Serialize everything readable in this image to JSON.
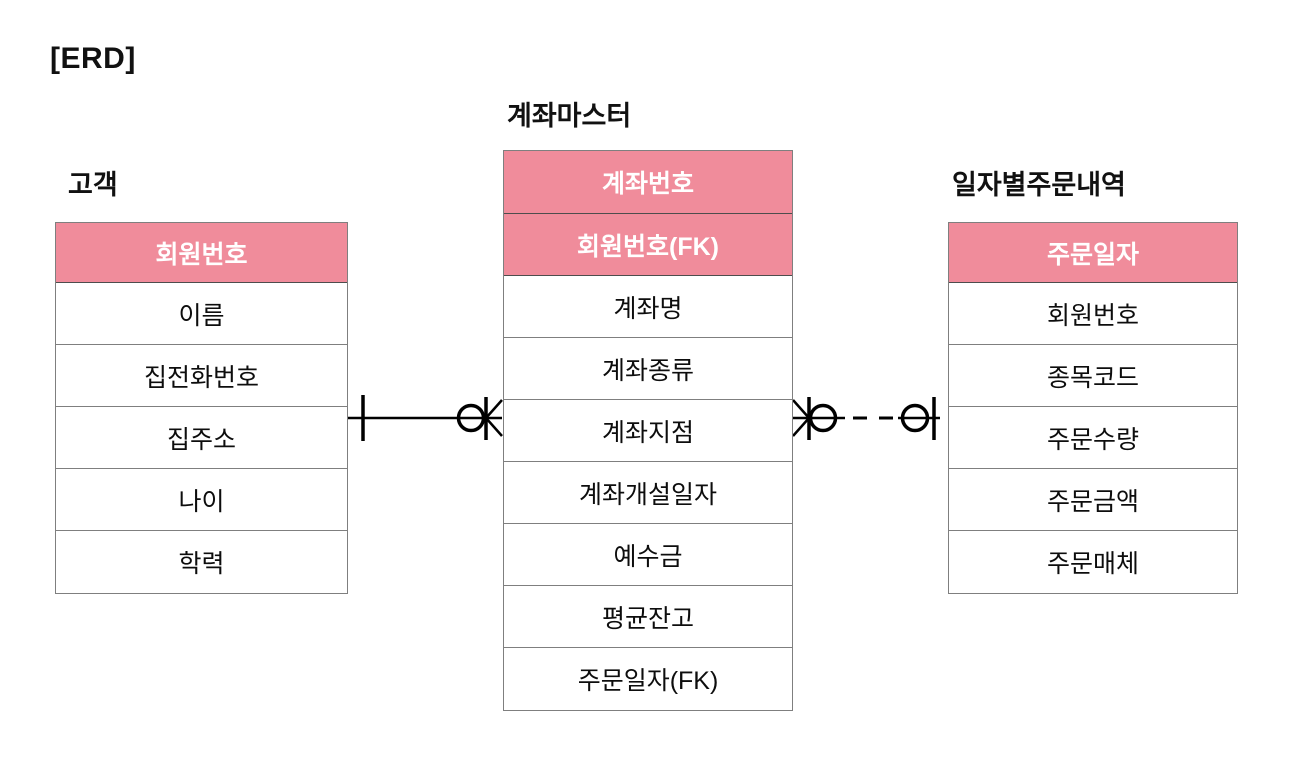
{
  "page": {
    "title": "[ERD]"
  },
  "colors": {
    "key_header_bg": "#F08C9B",
    "key_header_text": "#FFFFFF",
    "cell_bg": "#FFFFFF",
    "cell_text": "#000000",
    "border": "#7F7F7F",
    "connector": "#000000"
  },
  "diagram": {
    "tables": [
      {
        "id": "customer",
        "title": "고객",
        "key_fields": [
          "회원번호"
        ],
        "fields": [
          "이름",
          "집전화번호",
          "집주소",
          "나이",
          "학력"
        ]
      },
      {
        "id": "account-master",
        "title": "계좌마스터",
        "key_fields": [
          "계좌번호",
          "회원번호(FK)"
        ],
        "fields": [
          "계좌명",
          "계좌종류",
          "계좌지점",
          "계좌개설일자",
          "예수금",
          "평균잔고",
          "주문일자(FK)"
        ]
      },
      {
        "id": "daily-order-history",
        "title": "일자별주문내역",
        "key_fields": [
          "주문일자"
        ],
        "fields": [
          "회원번호",
          "종목코드",
          "주문수량",
          "주문금액",
          "주문매체"
        ]
      }
    ],
    "relationships": [
      {
        "from": "고객",
        "to": "계좌마스터",
        "from_cardinality": "one",
        "to_cardinality": "zero-or-many",
        "line_style": "solid"
      },
      {
        "from": "계좌마스터",
        "to": "일자별주문내역",
        "from_cardinality": "zero-or-many",
        "to_cardinality": "zero-or-one",
        "line_style": "dashed"
      }
    ]
  }
}
